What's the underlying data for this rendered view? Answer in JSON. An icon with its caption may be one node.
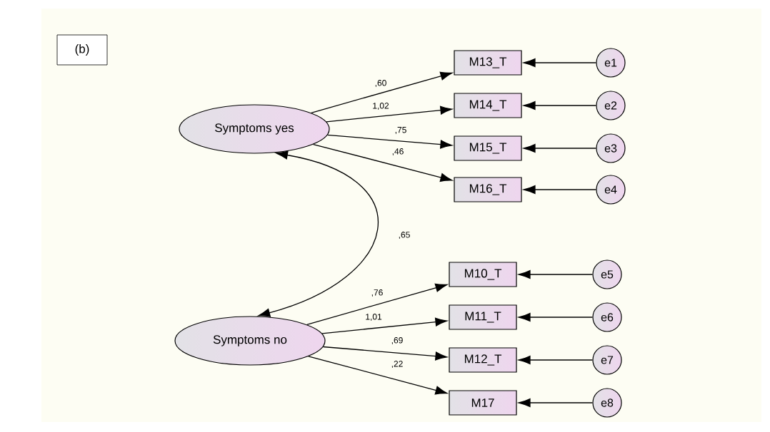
{
  "diagram": {
    "nodes": [
      {
        "text": [
          "(b)"
        ]
      },
      {
        "text": [
          "Symptoms yes"
        ]
      },
      {
        "text": [
          "M13_T"
        ]
      },
      {
        "text": [
          "M14_T"
        ]
      },
      {
        "text": [
          "M15_T"
        ]
      },
      {
        "text": [
          "M16_T"
        ]
      },
      {
        "text": [
          "e1"
        ]
      },
      {
        "text": [
          "e2"
        ]
      },
      {
        "text": [
          "e3"
        ]
      },
      {
        "text": [
          "e4"
        ]
      },
      {
        "text": [
          "Symptoms no"
        ]
      },
      {
        "text": [
          "M10_T"
        ]
      },
      {
        "text": [
          "M11_T"
        ]
      },
      {
        "text": [
          "M12_T"
        ]
      },
      {
        "text": [
          "M17"
        ]
      },
      {
        "text": [
          "e5"
        ]
      },
      {
        "text": [
          "e6"
        ]
      },
      {
        "text": [
          "e7"
        ]
      },
      {
        "text": [
          "e8"
        ]
      }
    ],
    "edges": [
      {
        "from": 1,
        "to": 2,
        "arrow": "to",
        "label": ",60"
      },
      {
        "from": 1,
        "to": 3,
        "arrow": "to",
        "label": "1,02"
      },
      {
        "from": 1,
        "to": 4,
        "arrow": "to",
        "label": ",75"
      },
      {
        "from": 1,
        "to": 5,
        "arrow": "to",
        "label": ",46"
      },
      {
        "from": 6,
        "to": 2,
        "arrow": "to"
      },
      {
        "from": 7,
        "to": 3,
        "arrow": "to"
      },
      {
        "from": 8,
        "to": 4,
        "arrow": "to"
      },
      {
        "from": 9,
        "to": 5,
        "arrow": "to"
      },
      {
        "from": 1,
        "to": 10,
        "arrow": "both",
        "label": ",65"
      },
      {
        "from": 10,
        "to": 11,
        "arrow": "to",
        "label": ",76"
      },
      {
        "from": 10,
        "to": 12,
        "arrow": "to",
        "label": "1,01"
      },
      {
        "from": 10,
        "to": 13,
        "arrow": "to",
        "label": ",69"
      },
      {
        "from": 10,
        "to": 14,
        "arrow": "to",
        "label": ",22"
      },
      {
        "from": 15,
        "to": 11,
        "arrow": "to"
      },
      {
        "from": 16,
        "to": 12,
        "arrow": "to"
      },
      {
        "from": 17,
        "to": 13,
        "arrow": "to"
      },
      {
        "from": 18,
        "to": 14,
        "arrow": "to"
      }
    ]
  }
}
